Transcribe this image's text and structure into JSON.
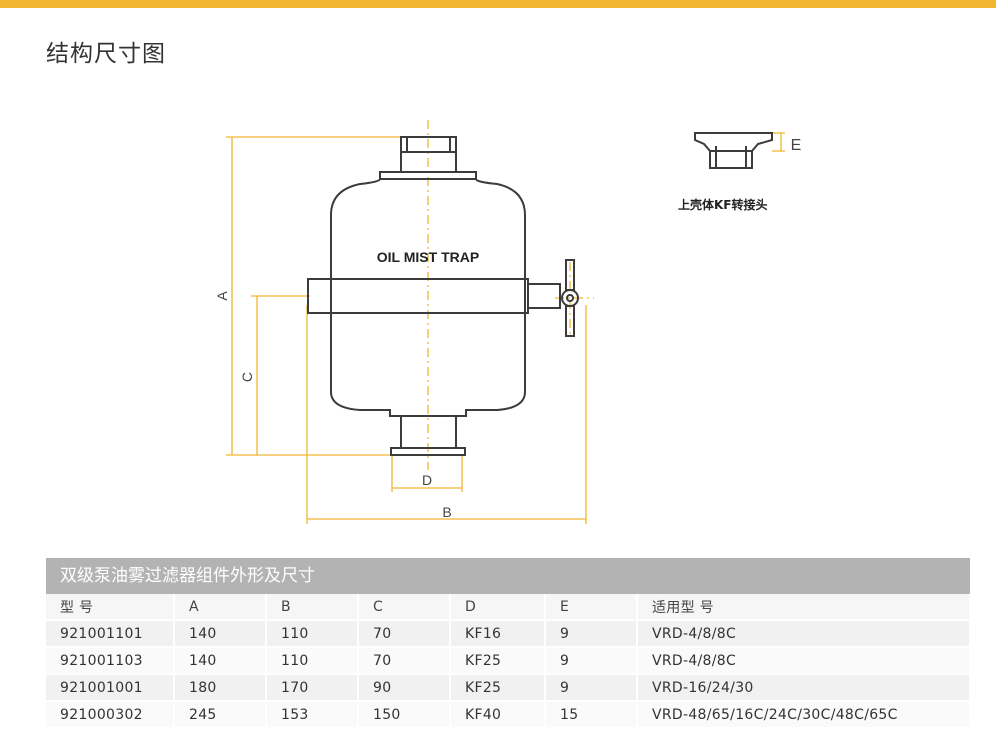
{
  "page": {
    "title": "结构尺寸图",
    "accent_color": "#f2b731",
    "drawing_line_color": "#f2b731"
  },
  "drawing": {
    "body_label": "OIL MIST TRAP",
    "dim_a": "A",
    "dim_b": "B",
    "dim_c": "C",
    "dim_d": "D",
    "dim_e": "E",
    "adapter_caption": "上壳体KF转接头"
  },
  "table": {
    "caption": "双级泵油雾过滤器组件外形及尺寸",
    "headers": [
      "型 号",
      "A",
      "B",
      "C",
      "D",
      "E",
      "适用型 号"
    ],
    "rows": [
      [
        "921001101",
        "140",
        "110",
        "70",
        "KF16",
        "9",
        "VRD-4/8/8C"
      ],
      [
        "921001103",
        "140",
        "110",
        "70",
        "KF25",
        "9",
        "VRD-4/8/8C"
      ],
      [
        "921001001",
        "180",
        "170",
        "90",
        "KF25",
        "9",
        "VRD-16/24/30"
      ],
      [
        "921000302",
        "245",
        "153",
        "150",
        "KF40",
        "15",
        "VRD-48/65/16C/24C/30C/48C/65C"
      ]
    ]
  }
}
